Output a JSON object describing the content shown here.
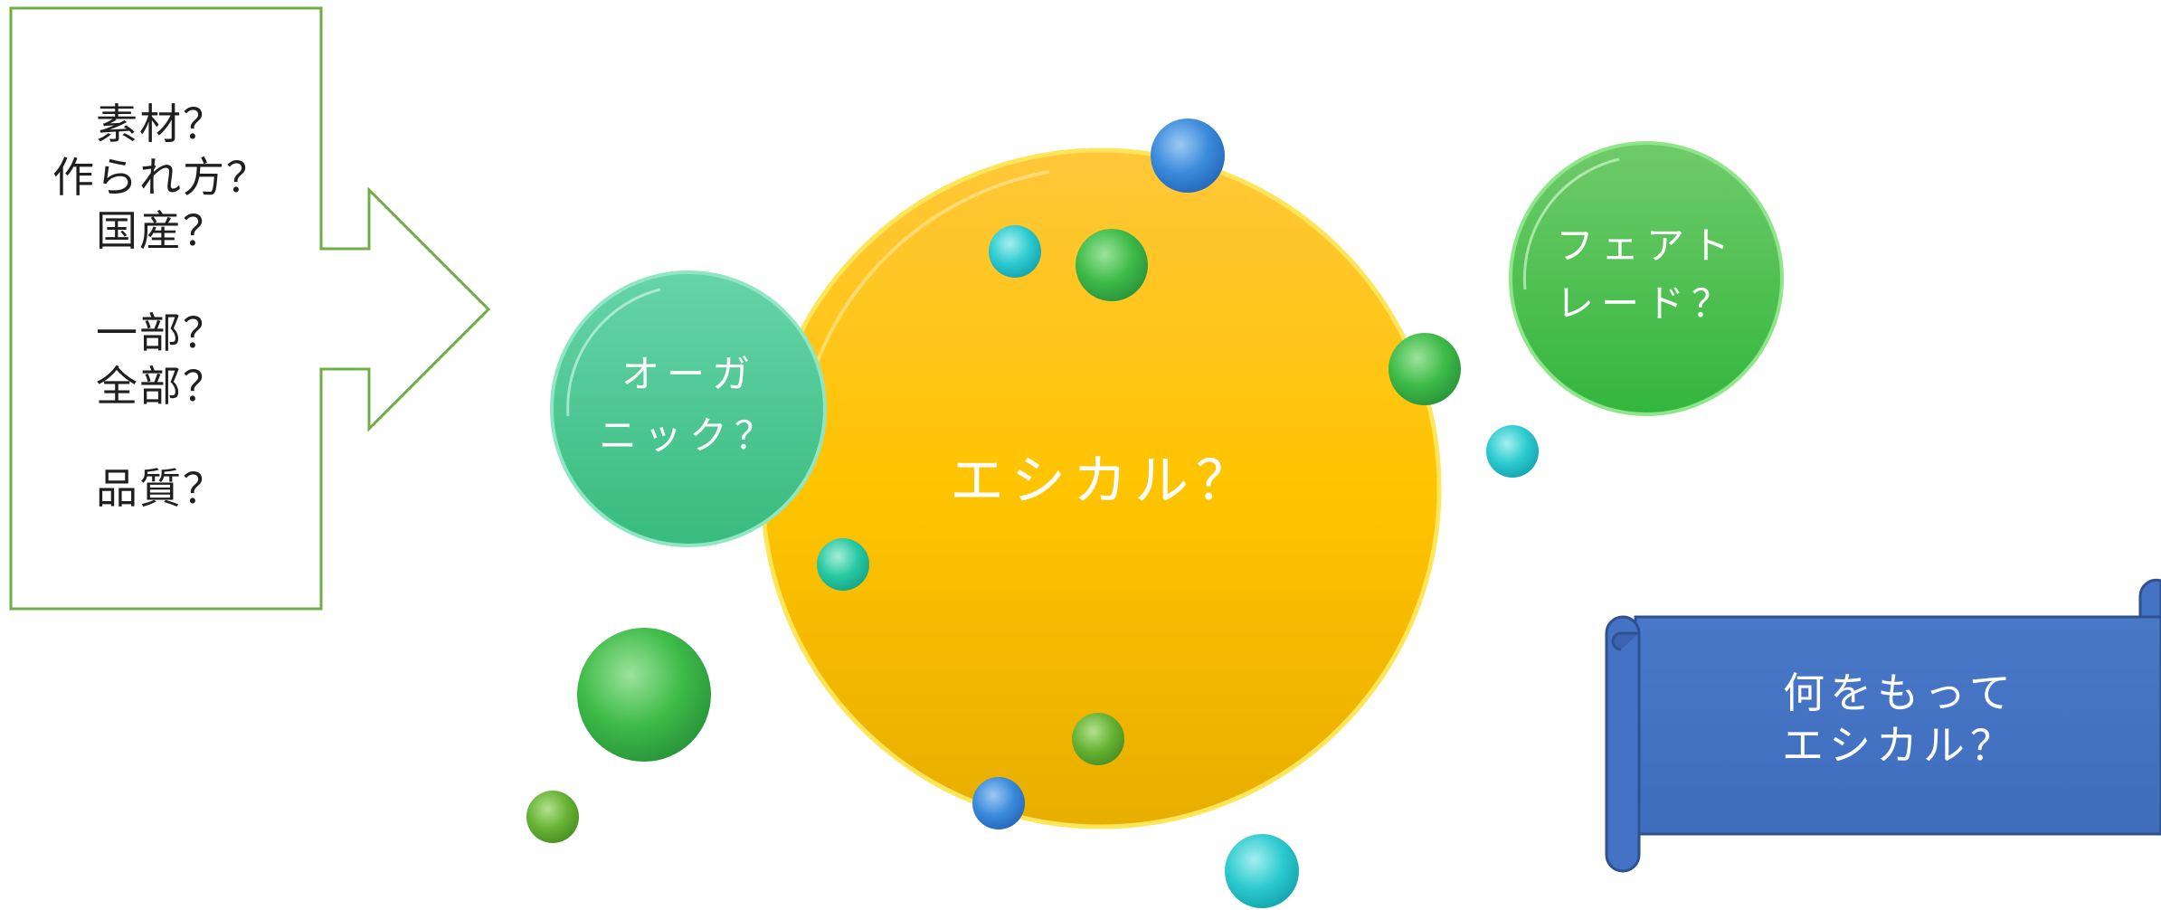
{
  "callout": {
    "lines": [
      "素材？",
      "作られ方？",
      "国産？",
      "一部？",
      "全部？",
      "品質？"
    ]
  },
  "main_circle": {
    "label": "エシカル？",
    "color": "#FFC000"
  },
  "organic_circle": {
    "line1": "オーガ",
    "line2": "ニック？",
    "color": "#3DC28A"
  },
  "fairtrade_circle": {
    "line1": "フェアト",
    "line2": "レード？",
    "color": "#3BB84A"
  },
  "scroll_banner": {
    "line1": "何をもって",
    "line2": "エシカル？",
    "color": "#4472C4"
  },
  "colors": {
    "arrow_outline": "#70AD47",
    "bubble_blue": "#2F7FD6",
    "bubble_teal": "#1FC4C8",
    "bubble_green": "#3FB24A",
    "bubble_olive": "#5FAE32"
  }
}
